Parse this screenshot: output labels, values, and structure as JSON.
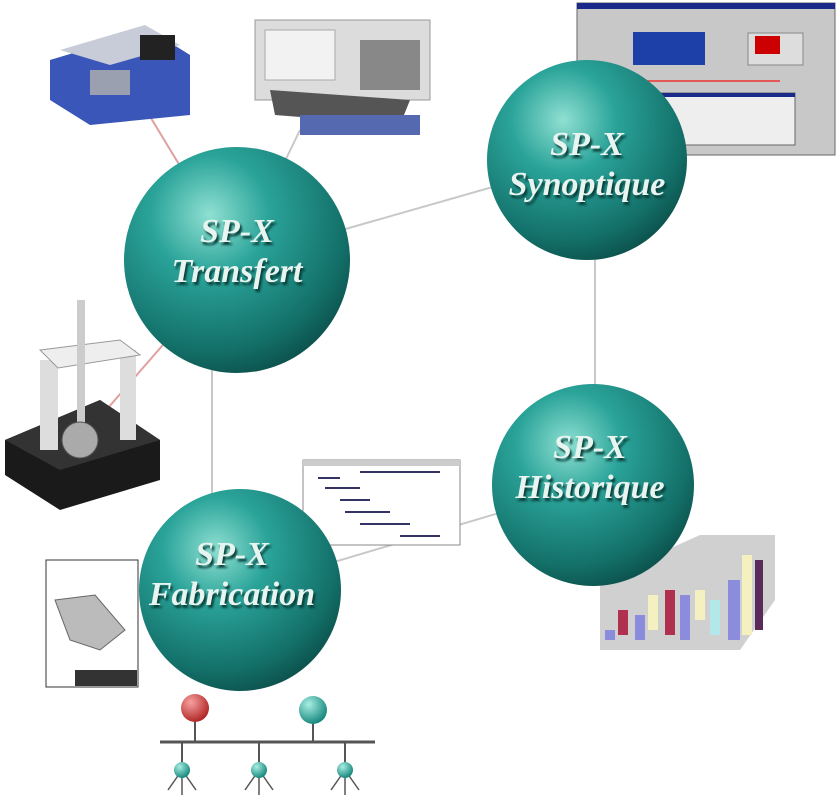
{
  "nodes": {
    "transfert": {
      "line1": "SP-X",
      "line2": "Transfert"
    },
    "synoptique": {
      "line1": "SP-X",
      "line2": "Synoptique"
    },
    "historique": {
      "line1": "SP-X",
      "line2": "Historique"
    },
    "fabrication": {
      "line1": "SP-X",
      "line2": "Fabrication"
    }
  },
  "colors": {
    "sphere": "#1f8f86",
    "sphere_light": "#7fd3c6",
    "link": "#c8c8c8",
    "red_link": "#e09090"
  }
}
